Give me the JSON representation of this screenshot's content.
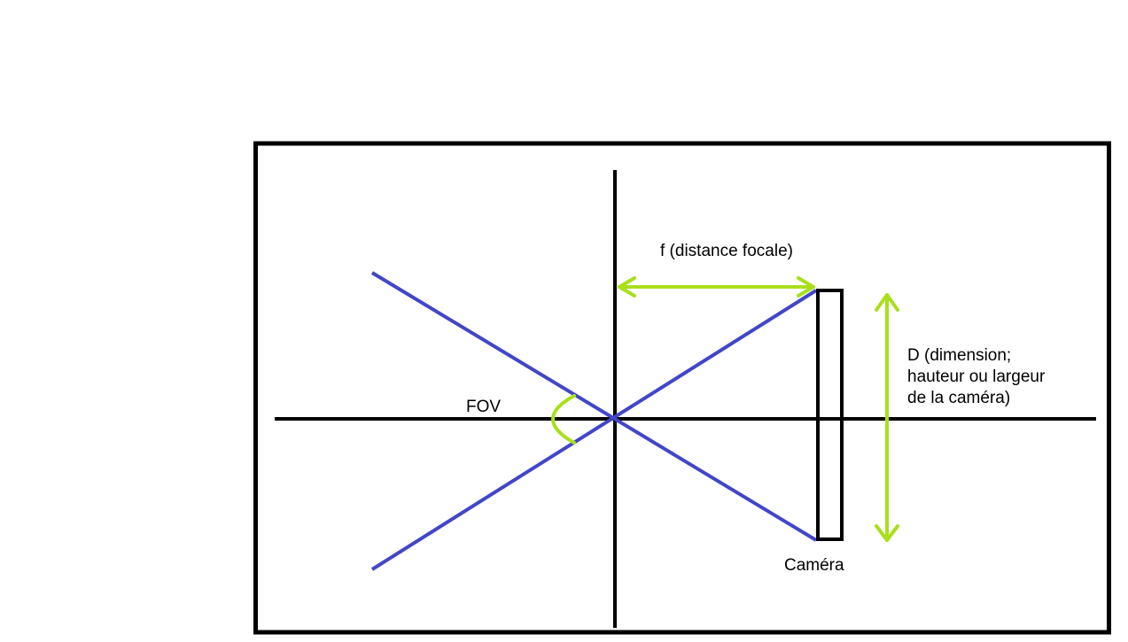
{
  "labels": {
    "focal_length": "f (distance focale)",
    "dimension_line1": "D (dimension;",
    "dimension_line2": "hauteur ou largeur",
    "dimension_line3": "de la caméra)",
    "fov": "FOV",
    "camera": "Caméra"
  },
  "colors": {
    "frame": "#000000",
    "axes": "#000000",
    "rays": "#4146c8",
    "annotations": "#a8e01c",
    "text": "#000000",
    "background": "#ffffff"
  }
}
